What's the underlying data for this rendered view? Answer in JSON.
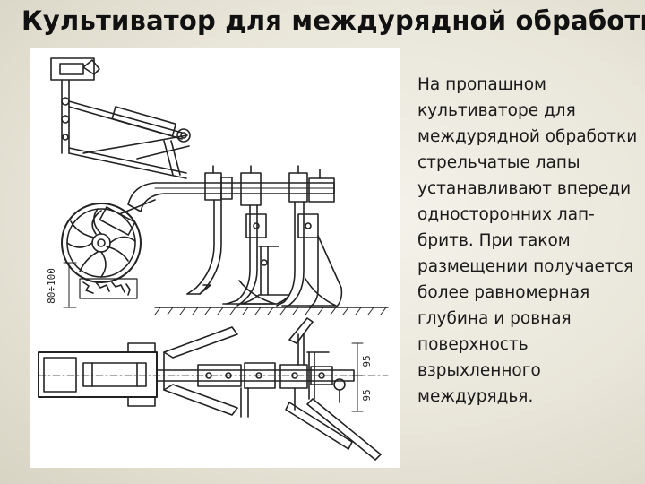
{
  "slide": {
    "title": "Культиватор для междурядной обработки",
    "body": "На пропашном культиваторе для междурядной обработки стрельчатые лапы устанавливают впереди односторонних лап-бритв. При таком размещении получается более равномерная глубина и ровная поверхность взрыхленного междурядья."
  },
  "figure": {
    "dim_depth": "80÷100",
    "dim_spacing_a": "95",
    "dim_spacing_b": "95"
  }
}
